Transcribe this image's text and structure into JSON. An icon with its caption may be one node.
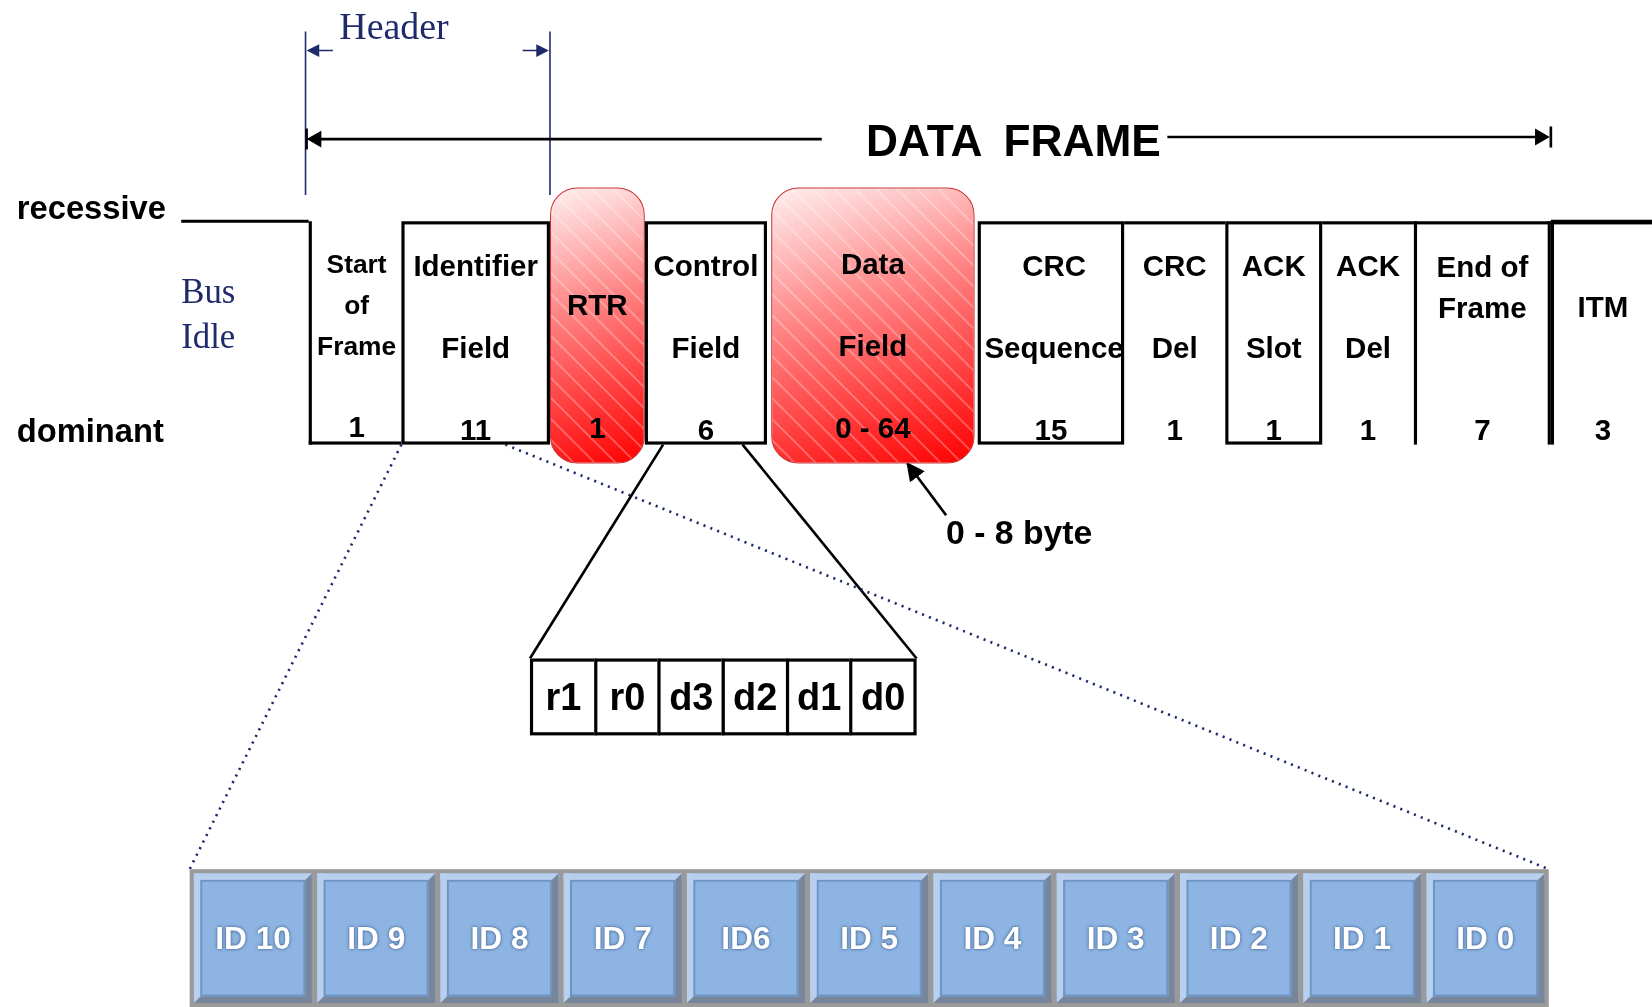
{
  "diagram": {
    "nodes": [
      {
        "text": [
          "Start of Frame",
          "1"
        ]
      },
      {
        "text": [
          "Identifier Field",
          "11"
        ]
      },
      {
        "text": [
          "RTR",
          "1"
        ]
      },
      {
        "text": [
          "Control Field",
          "6"
        ]
      },
      {
        "text": [
          "Data Field",
          "0 - 64"
        ]
      },
      {
        "text": [
          "CRC Sequence",
          "15"
        ]
      },
      {
        "text": [
          "CRC Del",
          "1"
        ]
      },
      {
        "text": [
          "ACK Slot",
          "1"
        ]
      },
      {
        "text": [
          "ACK Del",
          "1"
        ]
      },
      {
        "text": [
          "End of Frame",
          "7"
        ]
      },
      {
        "text": [
          "ITM",
          "3"
        ]
      },
      {
        "text": [
          "0 - 8 byte"
        ]
      },
      {
        "text": [],
        "shape": "box"
      },
      {
        "text": [
          "r1"
        ],
        "in": 12
      },
      {
        "text": [
          "r0"
        ],
        "in": 12
      },
      {
        "text": [
          "d3"
        ],
        "in": 12
      },
      {
        "text": [
          "d2"
        ],
        "in": 12
      },
      {
        "text": [
          "d1"
        ],
        "in": 12
      },
      {
        "text": [
          "d0"
        ],
        "in": 12
      },
      {
        "text": [],
        "shape": "box"
      },
      {
        "text": [
          "ID 10"
        ],
        "in": 19
      },
      {
        "text": [
          "ID 9"
        ],
        "in": 19
      },
      {
        "text": [
          "ID 8"
        ],
        "in": 19
      },
      {
        "text": [
          "ID 7"
        ],
        "in": 19
      },
      {
        "text": [
          "ID6"
        ],
        "in": 19
      },
      {
        "text": [
          "ID 5"
        ],
        "in": 19
      },
      {
        "text": [
          "ID 4"
        ],
        "in": 19
      },
      {
        "text": [
          "ID 3"
        ],
        "in": 19
      },
      {
        "text": [
          "ID 2"
        ],
        "in": 19
      },
      {
        "text": [
          "ID 1"
        ],
        "in": 19
      },
      {
        "text": [
          "ID 0"
        ],
        "in": 19
      }
    ],
    "edges": [
      {
        "from": 11,
        "to": 4,
        "arrow": "to"
      },
      {
        "from": 3,
        "to": 12,
        "arrow": "none"
      },
      {
        "from": 3,
        "to": 12,
        "arrow": "none"
      },
      {
        "from": 1,
        "to": 19,
        "arrow": "none",
        "style": "dashed",
        "color": "#1f2a6b"
      },
      {
        "from": 1,
        "to": 19,
        "arrow": "none",
        "style": "dashed",
        "color": "#1f2a6b"
      }
    ],
    "labels": [
      "Header",
      "DATA FRAME",
      "recessive",
      "Bus Idle",
      "dominant"
    ]
  }
}
